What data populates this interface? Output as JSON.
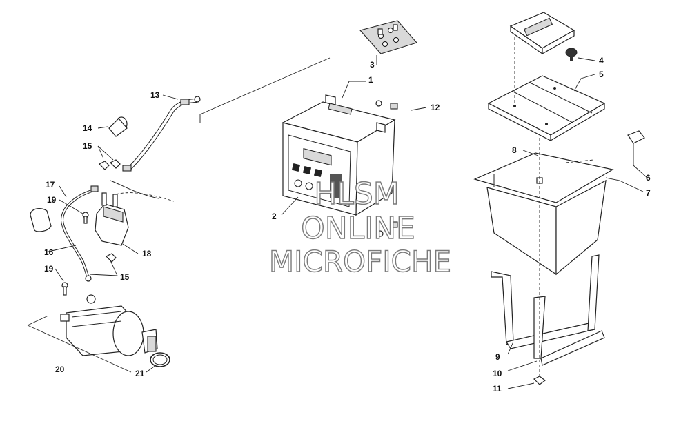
{
  "callouts": {
    "c1": "1",
    "c2": "2",
    "c3": "3",
    "c4": "4",
    "c5": "5",
    "c6": "6",
    "c7": "7",
    "c8": "8",
    "c9": "9",
    "c10": "10",
    "c11": "11",
    "c12": "12",
    "c13": "13",
    "c14": "14",
    "c15a": "15",
    "c15b": "15",
    "c16": "16",
    "c17": "17",
    "c18": "18",
    "c19a": "19",
    "c19b": "19",
    "c20": "20",
    "c21": "21"
  },
  "watermark": {
    "line1": "HLSM",
    "line2": "ONLINE",
    "line3": "MICROFICHE"
  }
}
